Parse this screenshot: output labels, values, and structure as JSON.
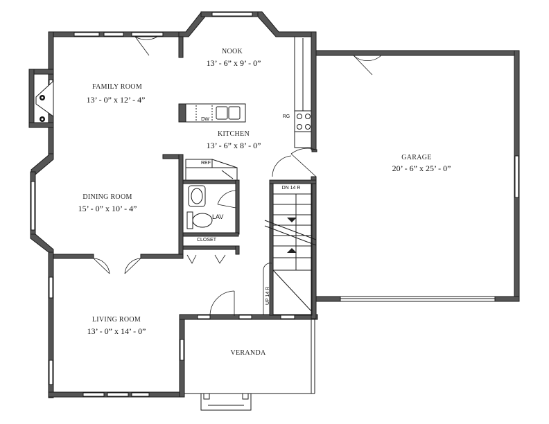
{
  "rooms": {
    "family": {
      "name": "FAMILY ROOM",
      "dims": "13’ - 0” x 12’ - 4”"
    },
    "nook": {
      "name": "NOOK",
      "dims": "13’ - 6” x 9’ - 0”"
    },
    "kitchen": {
      "name": "KITCHEN",
      "dims": "13’ - 6” x 8’ - 0”"
    },
    "garage": {
      "name": "GARAGE",
      "dims": "20’ - 6” x 25’ - 0”"
    },
    "dining": {
      "name": "DINING ROOM",
      "dims": "15’ - 0” x 10’ - 4”"
    },
    "living": {
      "name": "LIVING ROOM",
      "dims": "13’ - 0” x 14’ - 0”"
    },
    "veranda": {
      "name": "VERANDA"
    },
    "lav": {
      "name": "LAV"
    },
    "closet": {
      "name": "CLOSET"
    }
  },
  "fixtures": {
    "dw": "DW",
    "rg": "RG",
    "ref": "REF",
    "stair_down": "DN 14 R",
    "stair_up": "UP 14 R"
  }
}
